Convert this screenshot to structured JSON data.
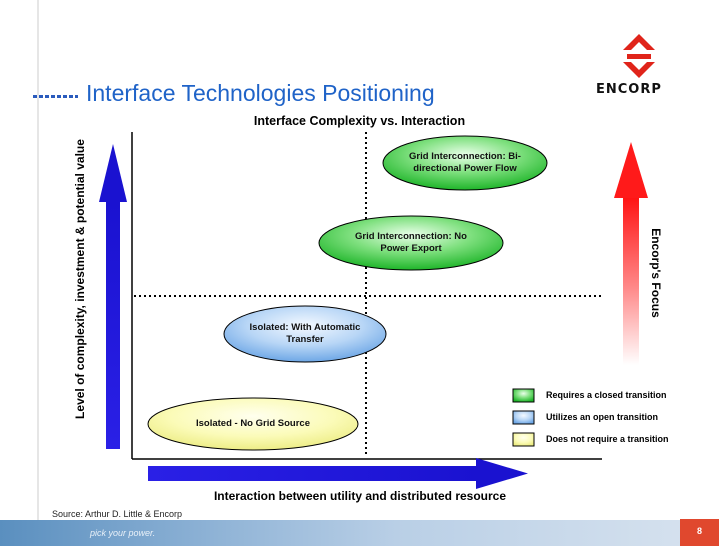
{
  "slide": {
    "title": "Interface Technologies Positioning",
    "subtitle": "Interface Complexity vs. Interaction",
    "y_axis_label": "Level of complexity, investment & potential value",
    "x_axis_label": "Interaction between utility and distributed resource",
    "focus_label": "Encorp's Focus",
    "source": "Source: Arthur D. Little & Encorp",
    "page_number": "8",
    "footer_text": "pick your power.",
    "logo_text": "ENCORP"
  },
  "nodes": [
    {
      "id": "grid-bidirectional",
      "label": "Grid Interconnection: Bi-directional Power Flow",
      "category": "closed"
    },
    {
      "id": "grid-no-export",
      "label": "Grid Interconnection: No Power Export",
      "category": "closed"
    },
    {
      "id": "isolated-auto-transfer",
      "label": "Isolated: With Automatic Transfer",
      "category": "open"
    },
    {
      "id": "isolated-no-grid",
      "label": "Isolated - No Grid Source",
      "category": "none"
    }
  ],
  "legend": [
    {
      "label": "Requires a closed transition",
      "color": "#2fc43a"
    },
    {
      "label": "Utilizes an open transition",
      "color": "#7fb2e8"
    },
    {
      "label": "Does not require a transition",
      "color": "#f3f39a"
    }
  ],
  "colors": {
    "title": "#1f63c8",
    "axis_arrow": "#1a12d8",
    "focus_arrow": "#ff2020",
    "logo": "#e0241a"
  }
}
